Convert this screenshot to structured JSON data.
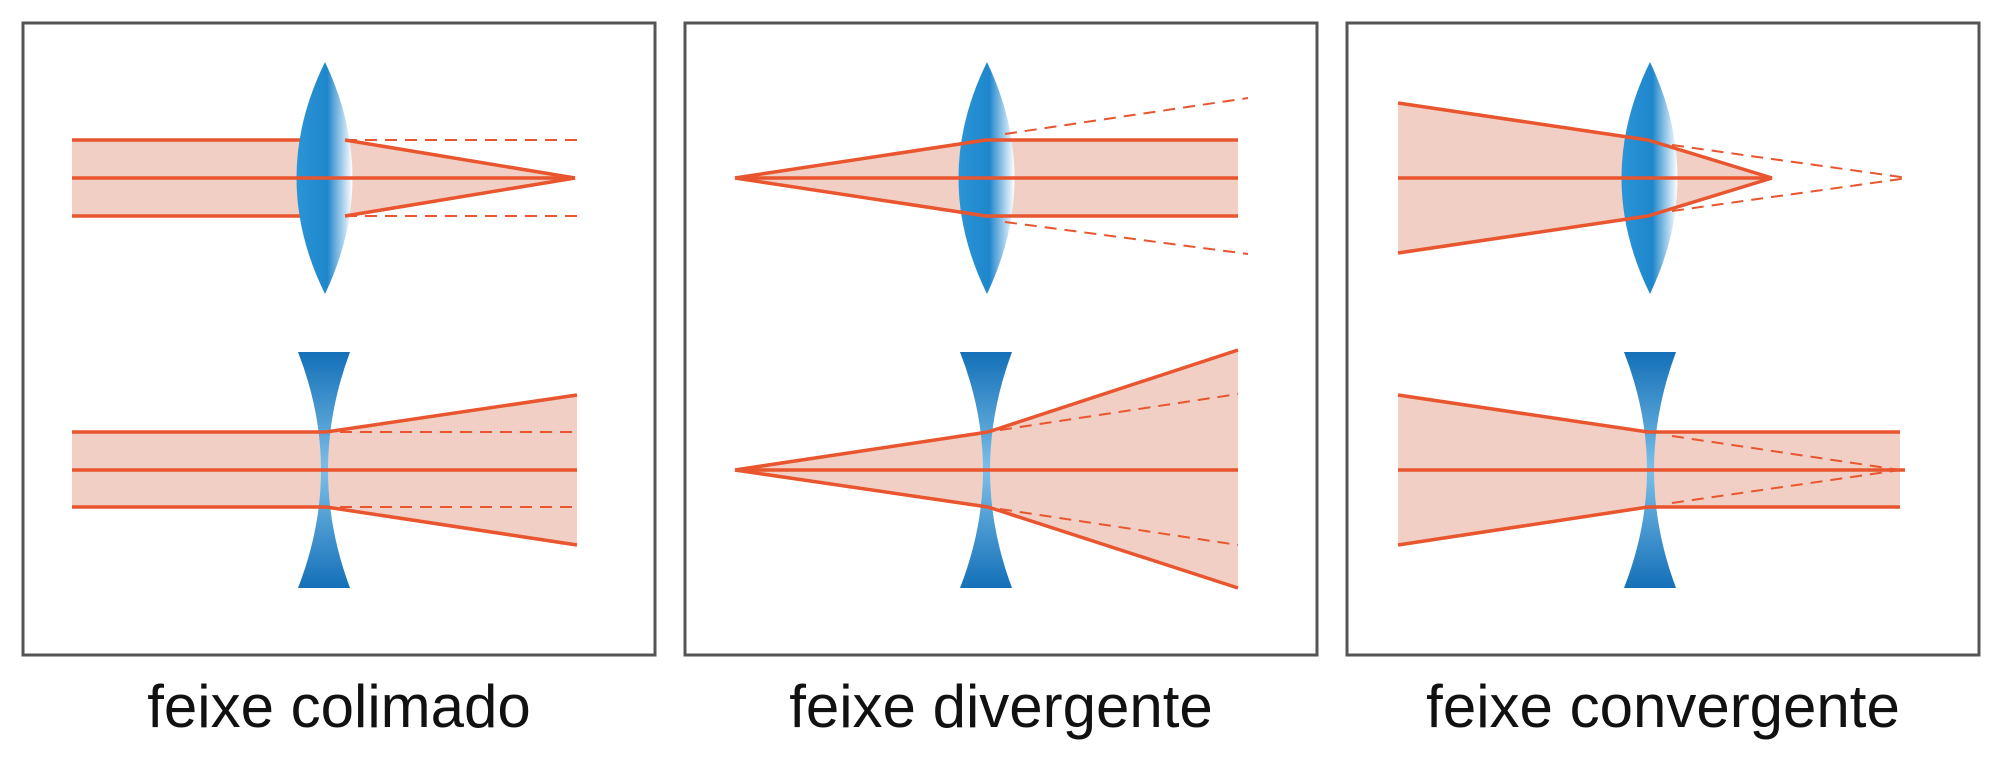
{
  "panels": [
    {
      "id": "collimated",
      "caption": "feixe colimado"
    },
    {
      "id": "divergent",
      "caption": "feixe divergente"
    },
    {
      "id": "convergent",
      "caption": "feixe convergente"
    }
  ],
  "colors": {
    "frame": "#555555",
    "ray": "#e8552e",
    "beam_fill": "#f2cfc4",
    "lens_dark": "#1470b8",
    "lens_mid": "#2a95d6",
    "lens_light": "#ffffff",
    "caption": "#111111"
  }
}
